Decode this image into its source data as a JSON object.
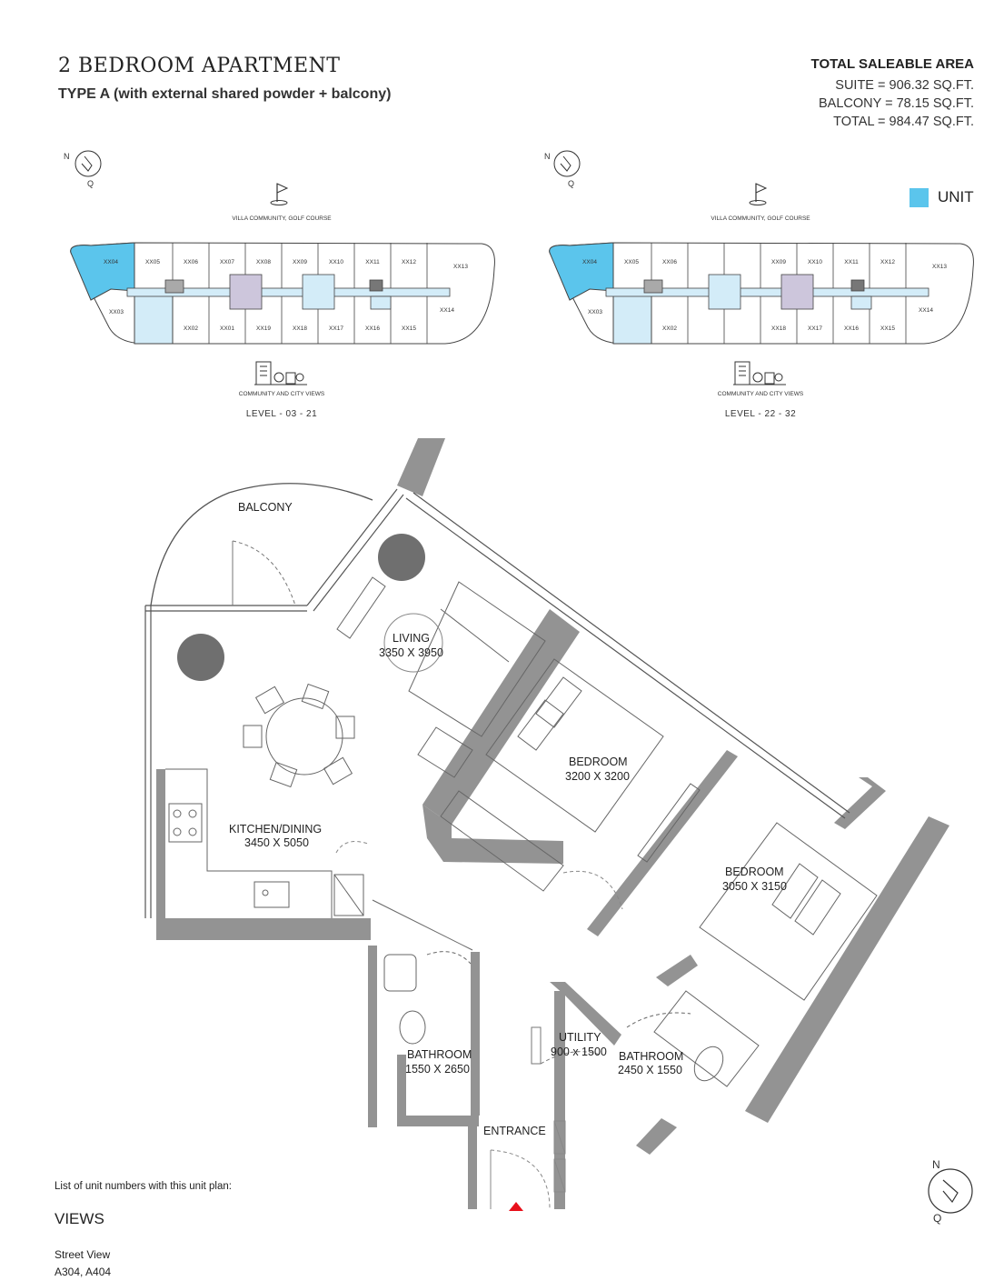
{
  "header": {
    "title": "2 BEDROOM APARTMENT",
    "subtitle": "TYPE A (with external shared powder + balcony)"
  },
  "area": {
    "heading": "TOTAL SALEABLE AREA",
    "suite": "SUITE = 906.32 SQ.FT.",
    "balcony": "BALCONY = 78.15 SQ.FT.",
    "total": "TOTAL = 984.47 SQ.FT."
  },
  "legend": {
    "label": "UNIT",
    "color": "#5bc5ec"
  },
  "key_plans": [
    {
      "north_label": "N",
      "q_label": "Q",
      "top_view": "VILLA COMMUNITY, GOLF COURSE",
      "bottom_view": "COMMUNITY AND CITY VIEWS",
      "level": "LEVEL - 03 - 21",
      "units_top": [
        "XX04",
        "XX05",
        "XX06",
        "XX07",
        "XX08",
        "XX09",
        "XX10",
        "XX11",
        "XX12",
        "XX13"
      ],
      "units_bottom": [
        "XX03",
        "XX02",
        "XX01",
        "XX19",
        "XX18",
        "XX17",
        "XX16",
        "XX15",
        "XX14"
      ]
    },
    {
      "north_label": "N",
      "q_label": "Q",
      "top_view": "VILLA COMMUNITY, GOLF COURSE",
      "bottom_view": "COMMUNITY AND CITY VIEWS",
      "level": "LEVEL - 22 - 32",
      "units_top": [
        "XX04",
        "XX05",
        "XX06",
        "XX09",
        "XX10",
        "XX11",
        "XX12",
        "XX13"
      ],
      "units_bottom": [
        "XX03",
        "XX02",
        "XX18",
        "XX17",
        "XX16",
        "XX15",
        "XX14"
      ]
    }
  ],
  "rooms": {
    "balcony": "BALCONY",
    "living": "LIVING",
    "living_dim": "3350 X 3950",
    "bedroom1": "BEDROOM",
    "bedroom1_dim": "3200 X 3200",
    "kitchen": "KITCHEN/DINING",
    "kitchen_dim": "3450 X 5050",
    "bedroom2": "BEDROOM",
    "bedroom2_dim": "3050 X 3150",
    "utility": "UTILITY",
    "utility_dim": "900 x 1500",
    "bathroom1": "BATHROOM",
    "bathroom1_dim": "1550 X 2650",
    "bathroom2": "BATHROOM",
    "bathroom2_dim": "2450 X 1550",
    "entrance": "ENTRANCE"
  },
  "compass": {
    "north": "N",
    "q": "Q"
  },
  "footer": {
    "unit_list_label": "List of unit numbers with this unit plan:",
    "views_heading": "VIEWS",
    "street_view": "Street View",
    "units": "A304, A404"
  },
  "colors": {
    "wall": "#939393",
    "unit_highlight": "#5bc5ec",
    "light_blue": "#d3ecf8",
    "core_purple": "#cdc6dc",
    "core_gray": "#a9a9a9",
    "entrance_marker": "#e8101b"
  }
}
